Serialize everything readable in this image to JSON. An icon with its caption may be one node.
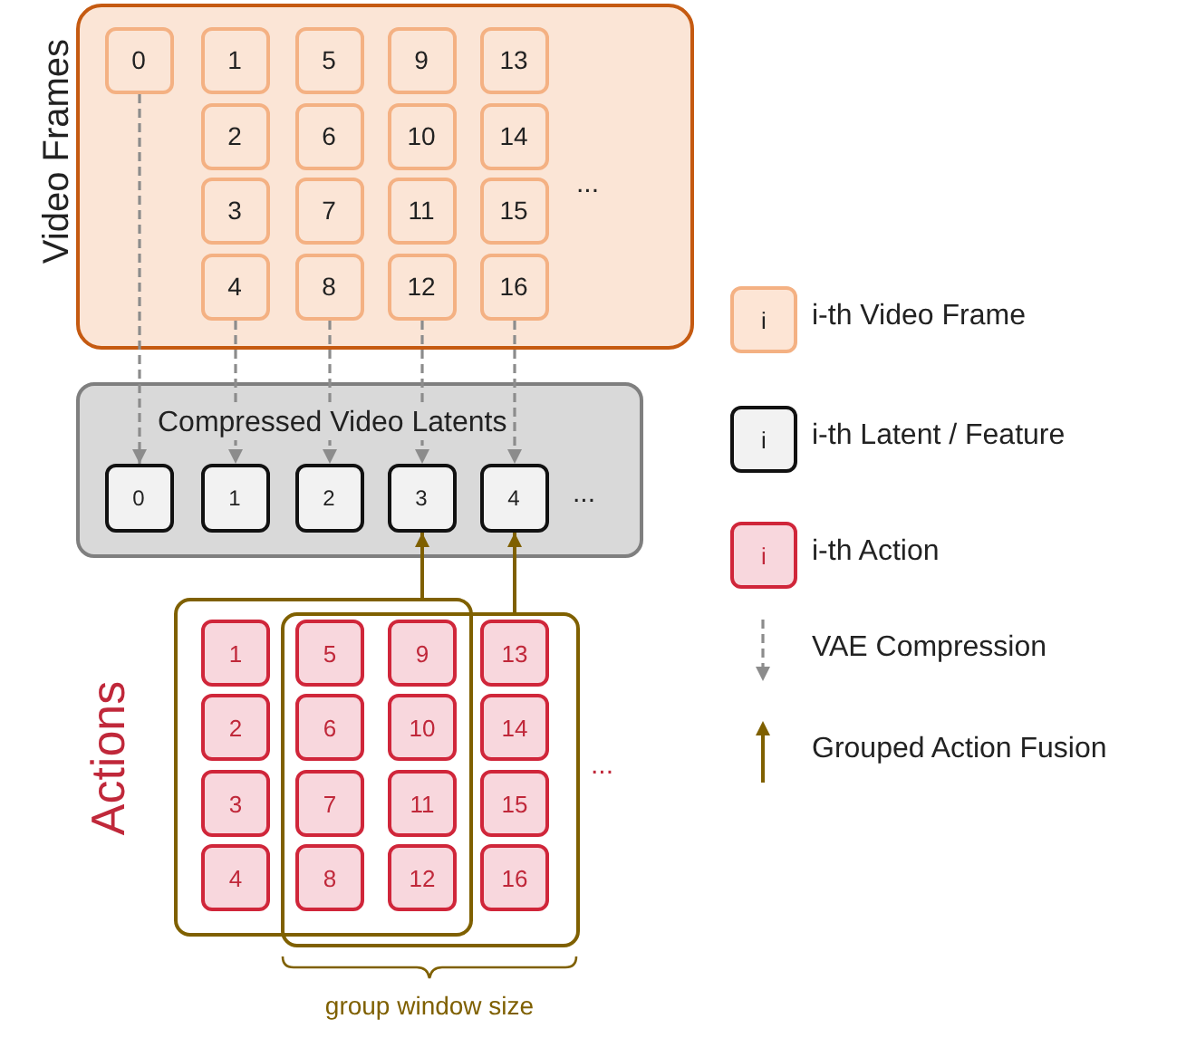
{
  "diagram": {
    "nodes": [
      {
        "text": [
          "Video Frames"
        ]
      },
      {
        "text": [
          "0"
        ],
        "in": 0
      },
      {
        "text": [
          "1"
        ],
        "in": 0
      },
      {
        "text": [
          "2"
        ],
        "in": 0
      },
      {
        "text": [
          "3"
        ],
        "in": 0
      },
      {
        "text": [
          "4"
        ],
        "in": 0
      },
      {
        "text": [
          "5"
        ],
        "in": 0
      },
      {
        "text": [
          "6"
        ],
        "in": 0
      },
      {
        "text": [
          "7"
        ],
        "in": 0
      },
      {
        "text": [
          "8"
        ],
        "in": 0
      },
      {
        "text": [
          "9"
        ],
        "in": 0
      },
      {
        "text": [
          "10"
        ],
        "in": 0
      },
      {
        "text": [
          "11"
        ],
        "in": 0
      },
      {
        "text": [
          "12"
        ],
        "in": 0
      },
      {
        "text": [
          "13"
        ],
        "in": 0
      },
      {
        "text": [
          "14"
        ],
        "in": 0
      },
      {
        "text": [
          "15"
        ],
        "in": 0
      },
      {
        "text": [
          "16"
        ],
        "in": 0
      },
      {
        "text": [
          "Compressed Video Latents"
        ]
      },
      {
        "text": [
          "0"
        ],
        "in": 18
      },
      {
        "text": [
          "1"
        ],
        "in": 18
      },
      {
        "text": [
          "2"
        ],
        "in": 18
      },
      {
        "text": [
          "3"
        ],
        "in": 18
      },
      {
        "text": [
          "4"
        ],
        "in": 18
      },
      {
        "text": [],
        "shape": "box"
      },
      {
        "text": [],
        "shape": "box"
      },
      {
        "text": [
          "1"
        ],
        "in": 24
      },
      {
        "text": [
          "2"
        ],
        "in": 24
      },
      {
        "text": [
          "3"
        ],
        "in": 24
      },
      {
        "text": [
          "4"
        ],
        "in": 24
      },
      {
        "text": [
          "5"
        ]
      },
      {
        "text": [
          "6"
        ]
      },
      {
        "text": [
          "7"
        ]
      },
      {
        "text": [
          "8"
        ]
      },
      {
        "text": [
          "9"
        ]
      },
      {
        "text": [
          "10"
        ]
      },
      {
        "text": [
          "11"
        ]
      },
      {
        "text": [
          "12"
        ]
      },
      {
        "text": [
          "13"
        ],
        "in": 25
      },
      {
        "text": [
          "14"
        ],
        "in": 25
      },
      {
        "text": [
          "15"
        ],
        "in": 25
      },
      {
        "text": [
          "16"
        ],
        "in": 25
      }
    ],
    "edges": [
      {
        "from": 1,
        "to": 19,
        "arrow": "to",
        "style": "dashed"
      },
      {
        "from": 5,
        "to": 20,
        "arrow": "to",
        "style": "dashed"
      },
      {
        "from": 9,
        "to": 21,
        "arrow": "to",
        "style": "dashed"
      },
      {
        "from": 13,
        "to": 22,
        "arrow": "to",
        "style": "dashed"
      },
      {
        "from": 17,
        "to": 23,
        "arrow": "to",
        "style": "dashed"
      },
      {
        "from": 24,
        "to": 22,
        "arrow": "to",
        "color": "#7f6000"
      },
      {
        "from": 25,
        "to": 23,
        "arrow": "to",
        "color": "#7f6000"
      }
    ],
    "labels": [
      "...",
      "i",
      "i",
      "...",
      "i",
      "Actions",
      "...",
      "group window size"
    ],
    "legend": [
      {
        "text": "i-th Video Frame",
        "color": "#fde5d5"
      },
      {
        "text": "i-th Latent / Feature",
        "color": "#f2f2f2"
      },
      {
        "text": "i-th Action",
        "color": "#f8d7dd"
      },
      {
        "text": "VAE Compression"
      },
      {
        "text": "Grouped Action Fusion"
      }
    ]
  }
}
